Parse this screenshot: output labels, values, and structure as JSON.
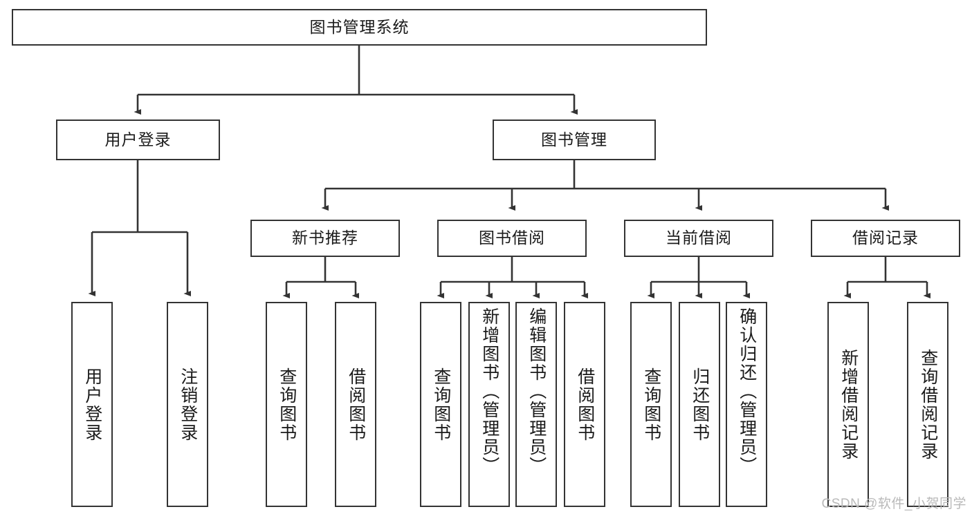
{
  "diagram": {
    "title": "图书管理系统",
    "watermark": "CSDN @软件_小贺同学",
    "colors": {
      "node_border": "#333333",
      "node_fill": "#ffffff",
      "connector": "#333333",
      "text": "#1a1a1a",
      "watermark": "#b9b9b9",
      "background": "#ffffff"
    },
    "root": {
      "label": "图书管理系统"
    },
    "level2": [
      {
        "label": "用户登录"
      },
      {
        "label": "图书管理"
      }
    ],
    "level3": [
      {
        "label": "新书推荐"
      },
      {
        "label": "图书借阅"
      },
      {
        "label": "当前借阅"
      },
      {
        "label": "借阅记录"
      }
    ],
    "leaves": {
      "user_login": [
        {
          "label": "用户登录"
        },
        {
          "label": "注销登录"
        }
      ],
      "new_book": [
        {
          "label": "查询图书"
        },
        {
          "label": "借阅图书"
        }
      ],
      "book_borrow": [
        {
          "label": "查询图书"
        },
        {
          "label": "新增图书（管理员）"
        },
        {
          "label": "编辑图书（管理员）"
        },
        {
          "label": "借阅图书"
        }
      ],
      "current_borrow": [
        {
          "label": "查询图书"
        },
        {
          "label": "归还图书"
        },
        {
          "label": "确认归还（管理员）"
        }
      ],
      "borrow_record": [
        {
          "label": "新增借阅记录"
        },
        {
          "label": "查询借阅记录"
        }
      ]
    }
  }
}
